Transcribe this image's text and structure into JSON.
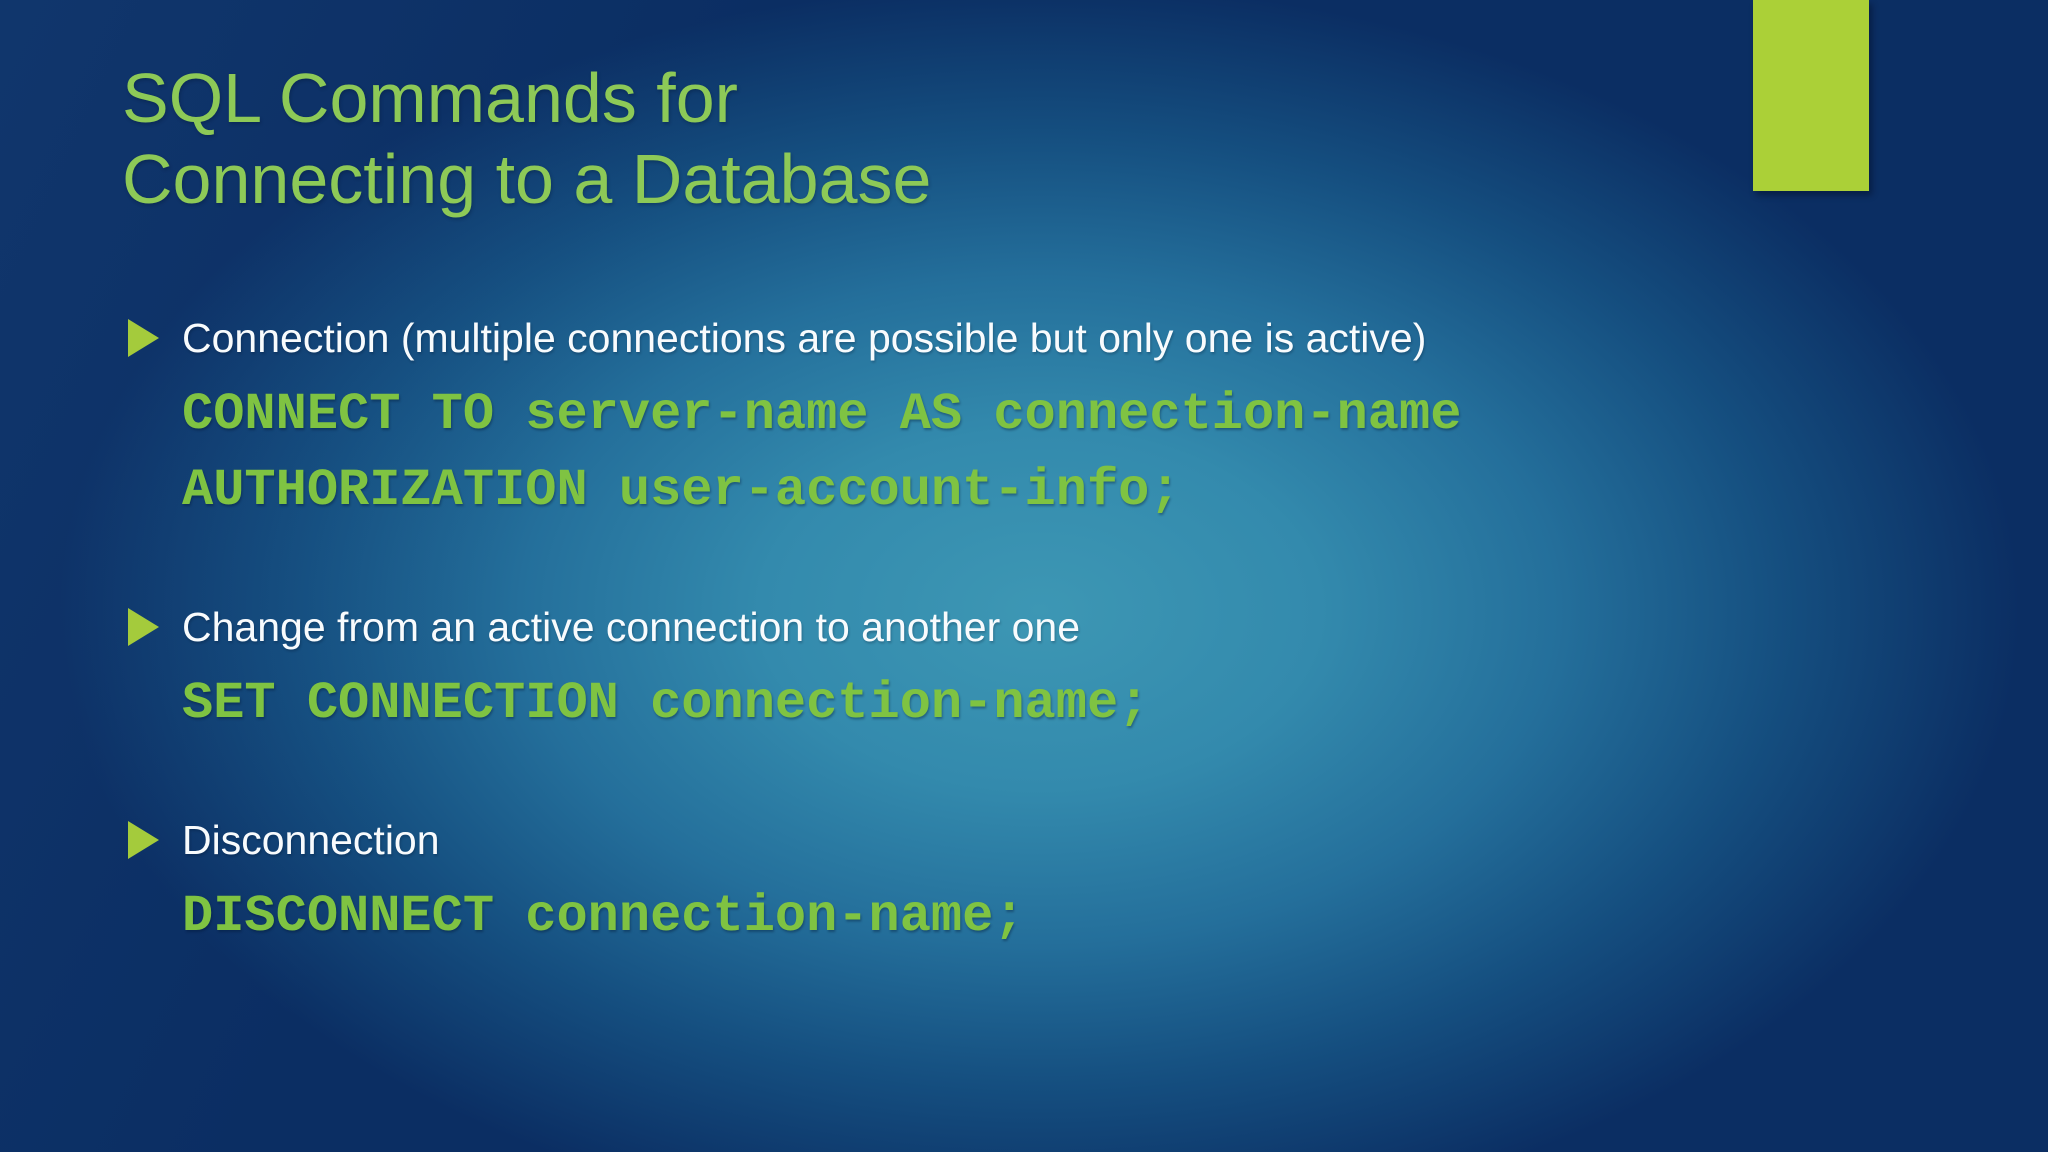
{
  "slide": {
    "title": {
      "line1": "SQL Commands for",
      "line2": "Connecting to a Database"
    },
    "bullets": [
      {
        "label": "Connection (multiple connections are possible but only one is active)",
        "code_lines": [
          "CONNECT TO server-name AS connection-name",
          "AUTHORIZATION user-account-info;"
        ]
      },
      {
        "label": "Change from an active connection to another one",
        "code_lines": [
          "SET CONNECTION connection-name;"
        ]
      },
      {
        "label": "Disconnection",
        "code_lines": [
          "DISCONNECT connection-name;"
        ]
      }
    ],
    "colors": {
      "title_green": "#8dc957",
      "code_green": "#7fc342",
      "bullet_green": "#a4cb3c",
      "accent_bar_green": "#abd037",
      "body_text": "#f8fbfd",
      "background_center": "#3d97b4",
      "background_edge": "#0b2e63"
    }
  }
}
